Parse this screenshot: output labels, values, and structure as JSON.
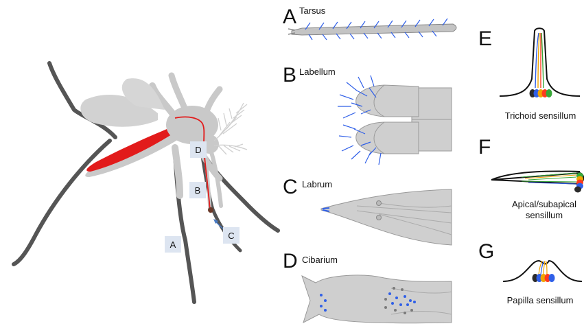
{
  "panels": {
    "A": {
      "letter": "A",
      "name": "Tarsus"
    },
    "B": {
      "letter": "B",
      "name": "Labellum"
    },
    "C": {
      "letter": "C",
      "name": "Labrum"
    },
    "D": {
      "letter": "D",
      "name": "Cibarium"
    },
    "E": {
      "letter": "E",
      "caption": "Trichoid sensillum"
    },
    "F": {
      "letter": "F",
      "caption": "Apical/subapical sensillum"
    },
    "G": {
      "letter": "G",
      "caption": "Papilla sensillum"
    }
  },
  "mosquito_tags": {
    "A": "A",
    "B": "B",
    "C": "C",
    "D": "D"
  },
  "colors": {
    "body": "#c9c9c9",
    "legs": "#555555",
    "feeding_canal": "#e21b1b",
    "sensilla_blue": "#2f5fe8",
    "tag_bg": "#dde5f1",
    "pointer_arrow": "#4a7cc4",
    "neuron_colors": [
      "#2b2b2b",
      "#2f5fe8",
      "#f0a400",
      "#ff3b1f",
      "#38a838"
    ]
  }
}
